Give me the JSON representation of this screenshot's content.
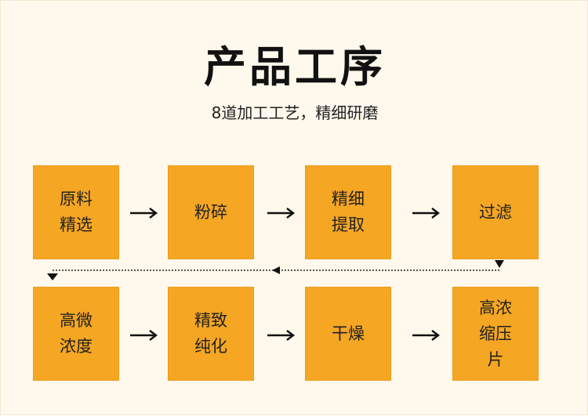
{
  "title": "产品工序",
  "subtitle": "8道加工工艺，精细研磨",
  "steps": [
    {
      "label": "原料精选"
    },
    {
      "label": "粉碎"
    },
    {
      "label": "精细提取"
    },
    {
      "label": "过滤"
    },
    {
      "label": "高微浓度"
    },
    {
      "label": "精致纯化"
    },
    {
      "label": "干燥"
    },
    {
      "label": "高浓缩压片"
    }
  ],
  "colors": {
    "background": "#fff8ec",
    "box": "#f5a623",
    "text": "#222222",
    "arrow": "#111111"
  },
  "icons": [
    "right-arrow-icon",
    "left-arrow-icon",
    "down-arrow-icon"
  ]
}
